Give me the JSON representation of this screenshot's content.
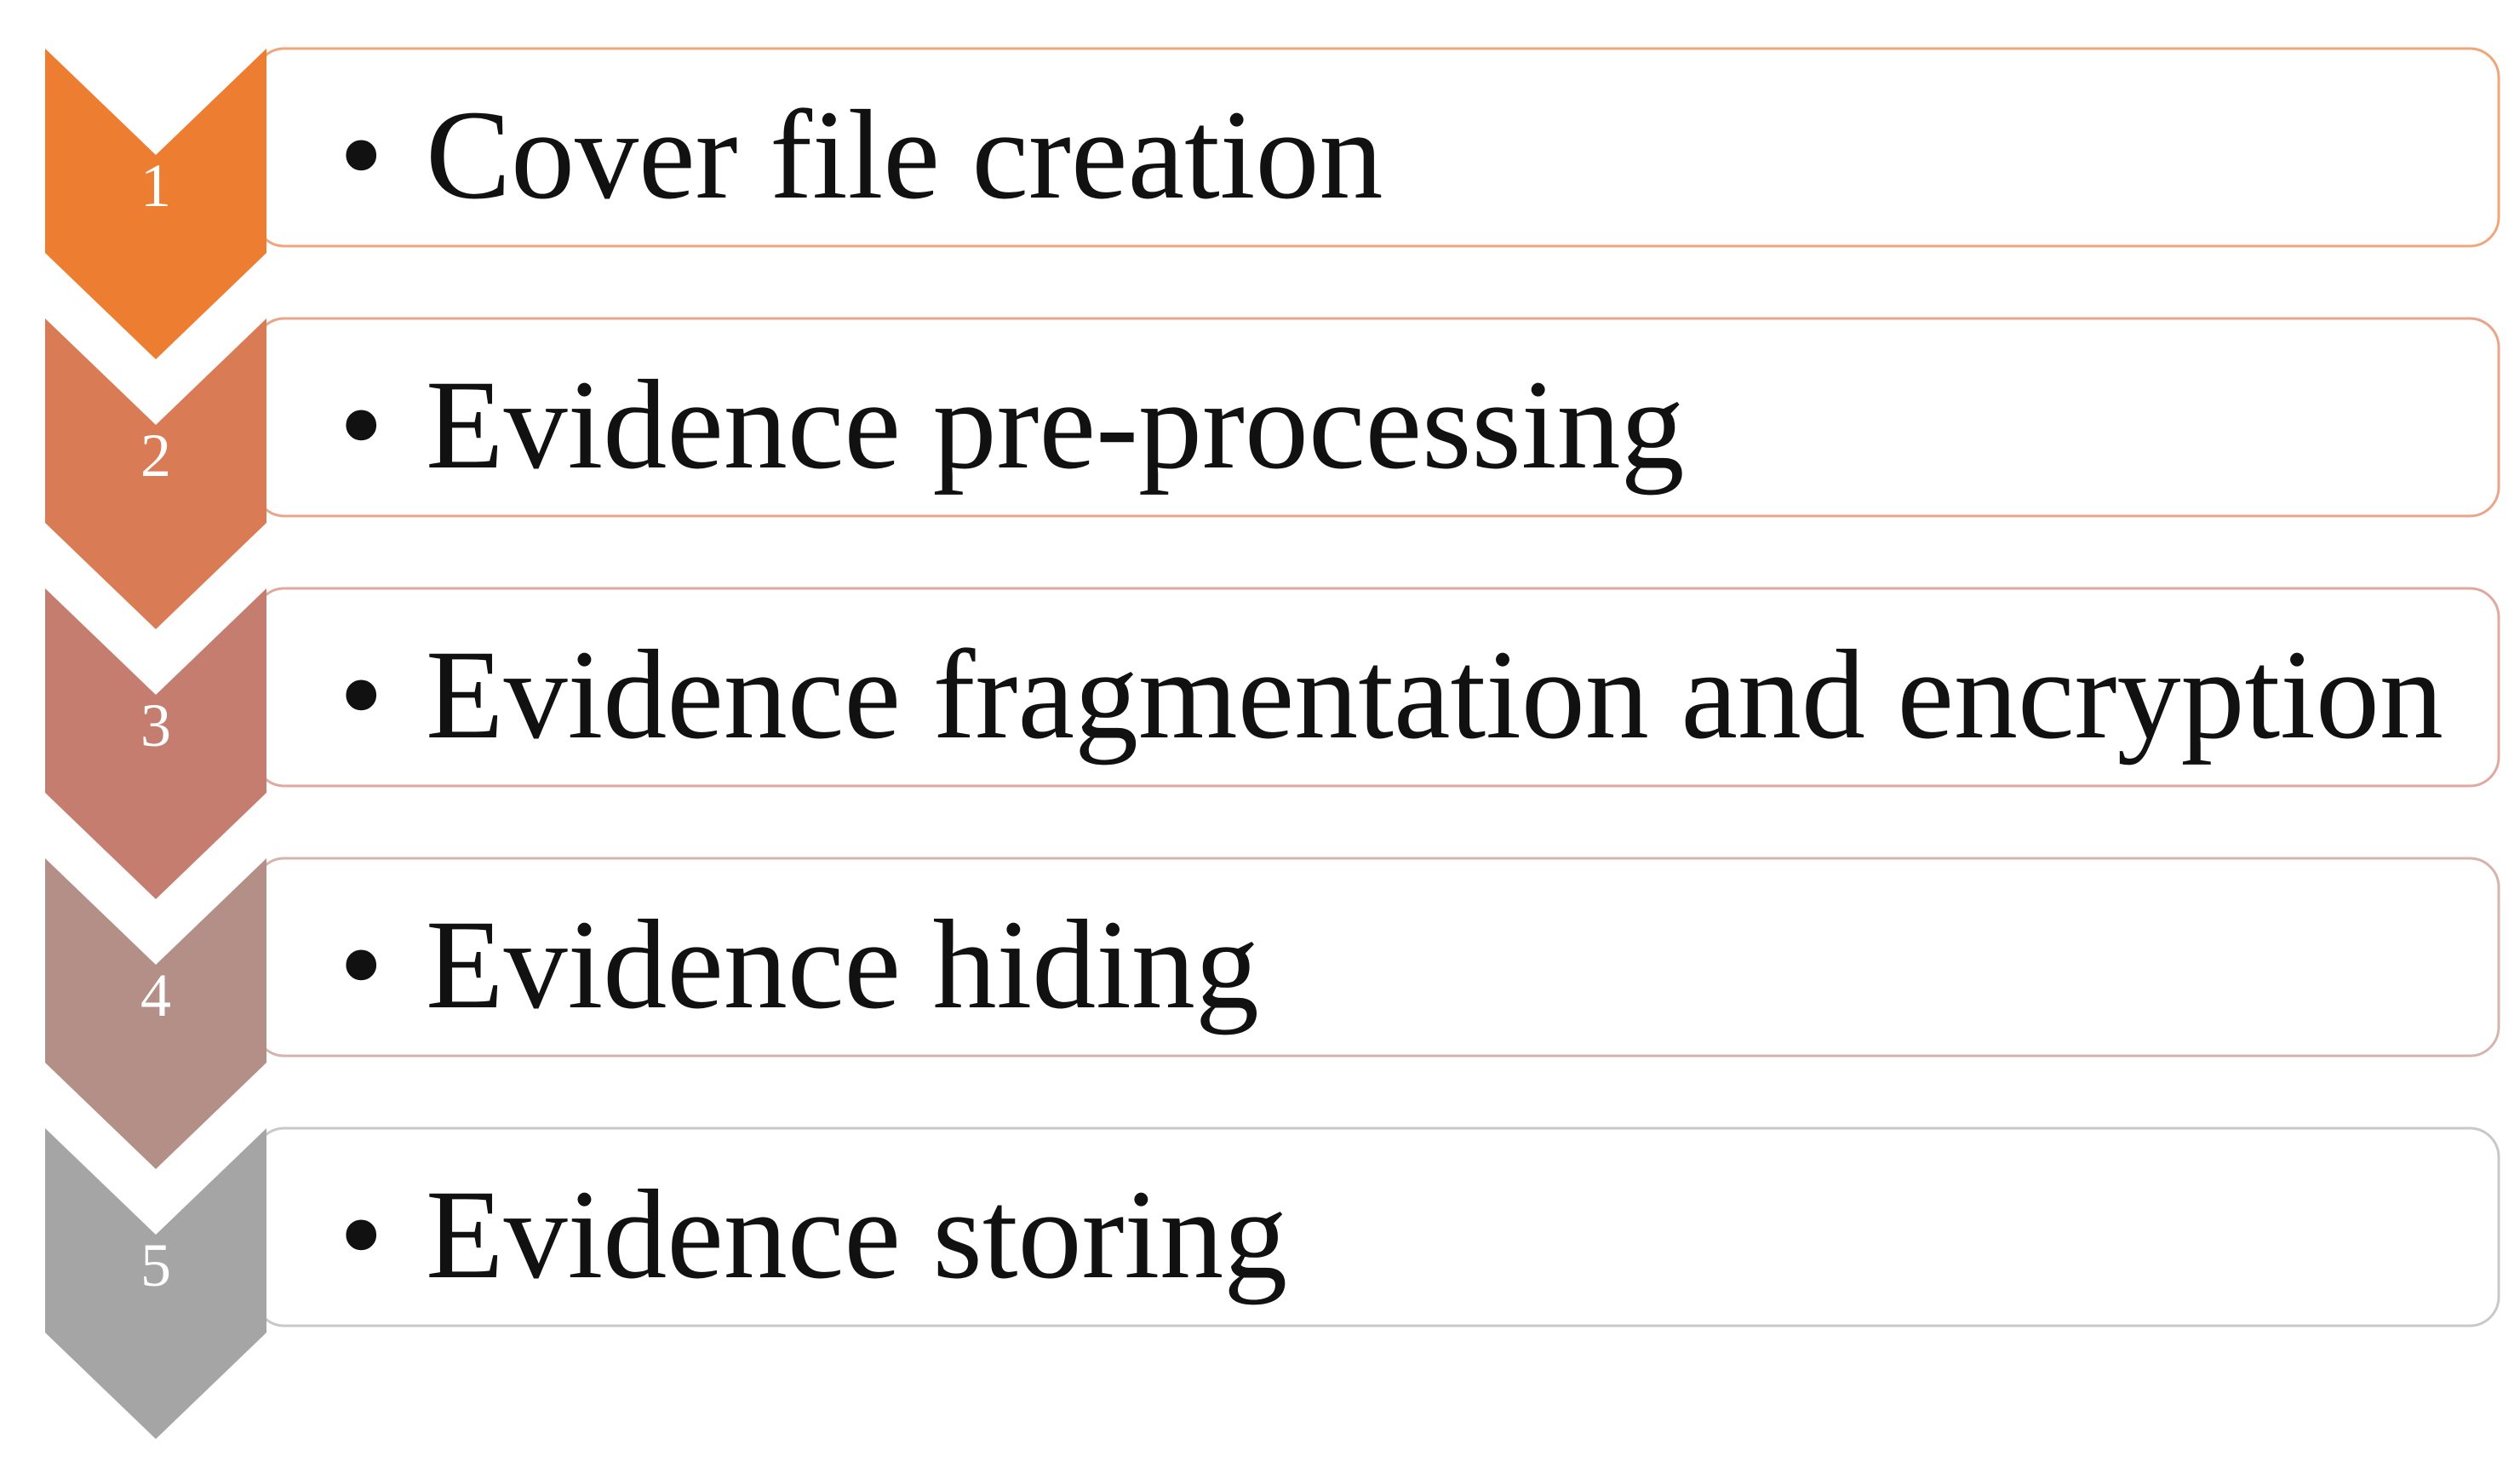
{
  "steps": [
    {
      "number": "1",
      "label": "Cover file creation",
      "color": "#ED7D31",
      "border": "#F0A678"
    },
    {
      "number": "2",
      "label": "Evidence pre-processing",
      "color": "#D97B54",
      "border": "#E9A58A"
    },
    {
      "number": "3",
      "label": "Evidence fragmentation and encryption",
      "color": "#C47D6E",
      "border": "#E0A89E"
    },
    {
      "number": "4",
      "label": "Evidence hiding",
      "color": "#B48F88",
      "border": "#D6B3AD"
    },
    {
      "number": "5",
      "label": "Evidence storing",
      "color": "#A5A5A5",
      "border": "#C8C8C8"
    }
  ],
  "bullet": "•"
}
